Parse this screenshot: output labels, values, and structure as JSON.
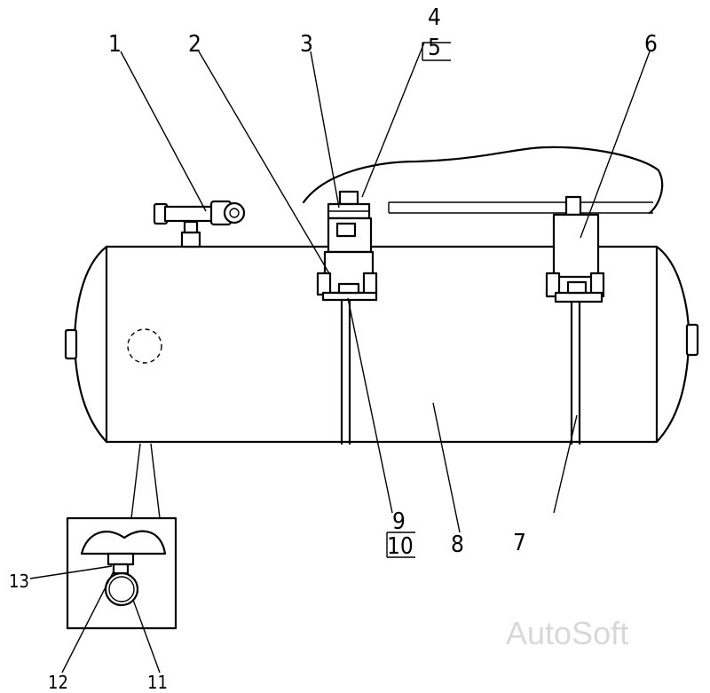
{
  "labels": {
    "l1": "1",
    "l2": "2",
    "l3": "3",
    "l4": "4",
    "l5": "5",
    "l6": "6",
    "l7": "7",
    "l8": "8",
    "l9": "9",
    "l10": "10",
    "l11": "11",
    "l12": "12",
    "l13": "13"
  },
  "watermark": "AutoSoft"
}
